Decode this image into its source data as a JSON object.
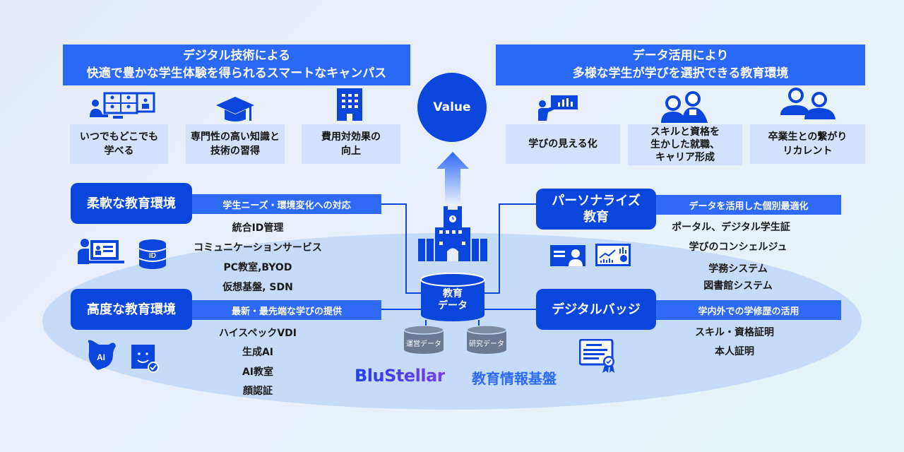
{
  "value_circle": {
    "label": "Value"
  },
  "left_banner": {
    "line1": "デジタル技術による",
    "line2": "快適で豊かな学生体験を得られるスマートなキャンパス"
  },
  "right_banner": {
    "line1": "データ活用により",
    "line2": "多様な学生が学びを選択できる教育環境"
  },
  "left_cards": [
    {
      "line1": "いつでもどこでも",
      "line2": "学べる",
      "icon": "online-meeting-icon"
    },
    {
      "line1": "専門性の高い知識と",
      "line2": "技術の習得",
      "icon": "graduation-cap-icon"
    },
    {
      "line1": "費用対効果の",
      "line2": "向上",
      "icon": "building-icon"
    }
  ],
  "right_cards": [
    {
      "line1": "学びの見える化",
      "icon": "presentation-chart-icon"
    },
    {
      "line1": "スキルと資格を",
      "line2": "生かした就職、",
      "line3": "キャリア形成",
      "icon": "business-people-icon"
    },
    {
      "line1": "卒業生との繋がり",
      "line2": "リカレント",
      "icon": "alumni-people-icon"
    }
  ],
  "sections": {
    "flexible": {
      "title": "柔軟な教育環境",
      "subtitle": "学生ニーズ・環境変化への対応",
      "items": [
        "統合ID管理",
        "コミュニケーションサービス",
        "PC教室,BYOD",
        "仮想基盤, SDN"
      ]
    },
    "advanced": {
      "title": "高度な教育環境",
      "subtitle": "最新・最先端な学びの提供",
      "items": [
        "ハイスペックVDI",
        "生成AI",
        "AI教室",
        "顔認証"
      ]
    },
    "personalized": {
      "title1": "パーソナライズ",
      "title2": "教育",
      "subtitle": "データを活用した個別最適化",
      "items": [
        "ポータル、デジタル学生証",
        "学びのコンシェルジュ",
        "学務システム",
        "図書館システム"
      ]
    },
    "badge": {
      "title": "デジタルバッジ",
      "subtitle": "学内外での学修歴の活用",
      "items": [
        "スキル・資格証明",
        "本人証明"
      ]
    }
  },
  "center": {
    "edu_data": {
      "line1": "教育",
      "line2": "データ"
    },
    "ops_data": "運営データ",
    "research_data": "研究データ"
  },
  "footer": {
    "brand": "BluStellar",
    "platform": "教育情報基盤"
  },
  "colors": {
    "primary": "#0a46dc",
    "accent": "#2e6af6",
    "card": "#d3e1fa",
    "gray_db": "#6b7a92"
  }
}
